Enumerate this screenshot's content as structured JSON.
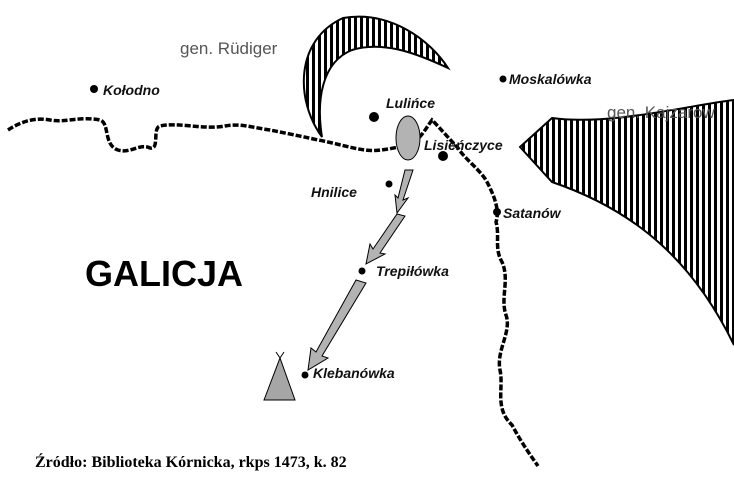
{
  "map": {
    "region": "GALICJA",
    "commanders": {
      "rudiger": "gen. Rüdiger",
      "kajzarow": "gen. Kajzarow"
    },
    "towns": {
      "kolodno": "Kołodno",
      "moskalowka": "Moskalówka",
      "lulince": "Lulińce",
      "lisienczyce": "Lisieńczyce",
      "hnilice": "Hnilice",
      "satanow": "Satanów",
      "trepilowka": "Trepiłówka",
      "klebanowka": "Klebanówka"
    },
    "source": "Źródło: Biblioteka Kórnicka, rkps 1473, k. 82",
    "colors": {
      "arrow_fill": "#b3b3b3",
      "camp_fill": "#a6a6a6",
      "border": "#000000",
      "commander_text": "#555555"
    }
  }
}
